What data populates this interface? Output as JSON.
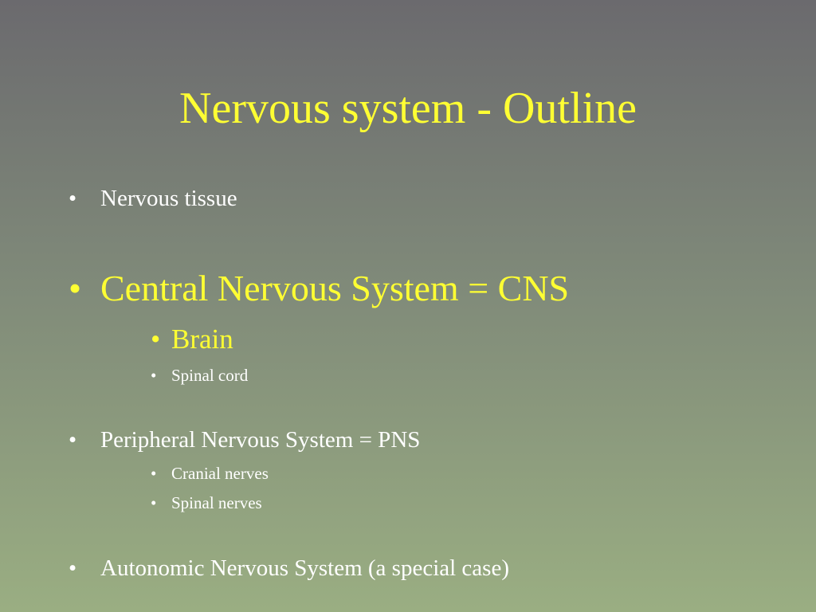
{
  "slide": {
    "title": "Nervous system - Outline",
    "bullet_char": "•",
    "items": [
      {
        "text": "Nervous tissue"
      },
      {
        "text": "Central Nervous System = CNS"
      },
      {
        "text": "Brain"
      },
      {
        "text": "Spinal cord"
      },
      {
        "text": "Peripheral Nervous System = PNS"
      },
      {
        "text": "Cranial nerves"
      },
      {
        "text": "Spinal nerves"
      },
      {
        "text": "Autonomic Nervous System (a special case)"
      }
    ]
  },
  "colors": {
    "title": "#ffff33",
    "highlight": "#ffff33",
    "body_text": "#ffffff",
    "background_top": "#6b6a6e",
    "background_bottom": "#9aae82"
  }
}
